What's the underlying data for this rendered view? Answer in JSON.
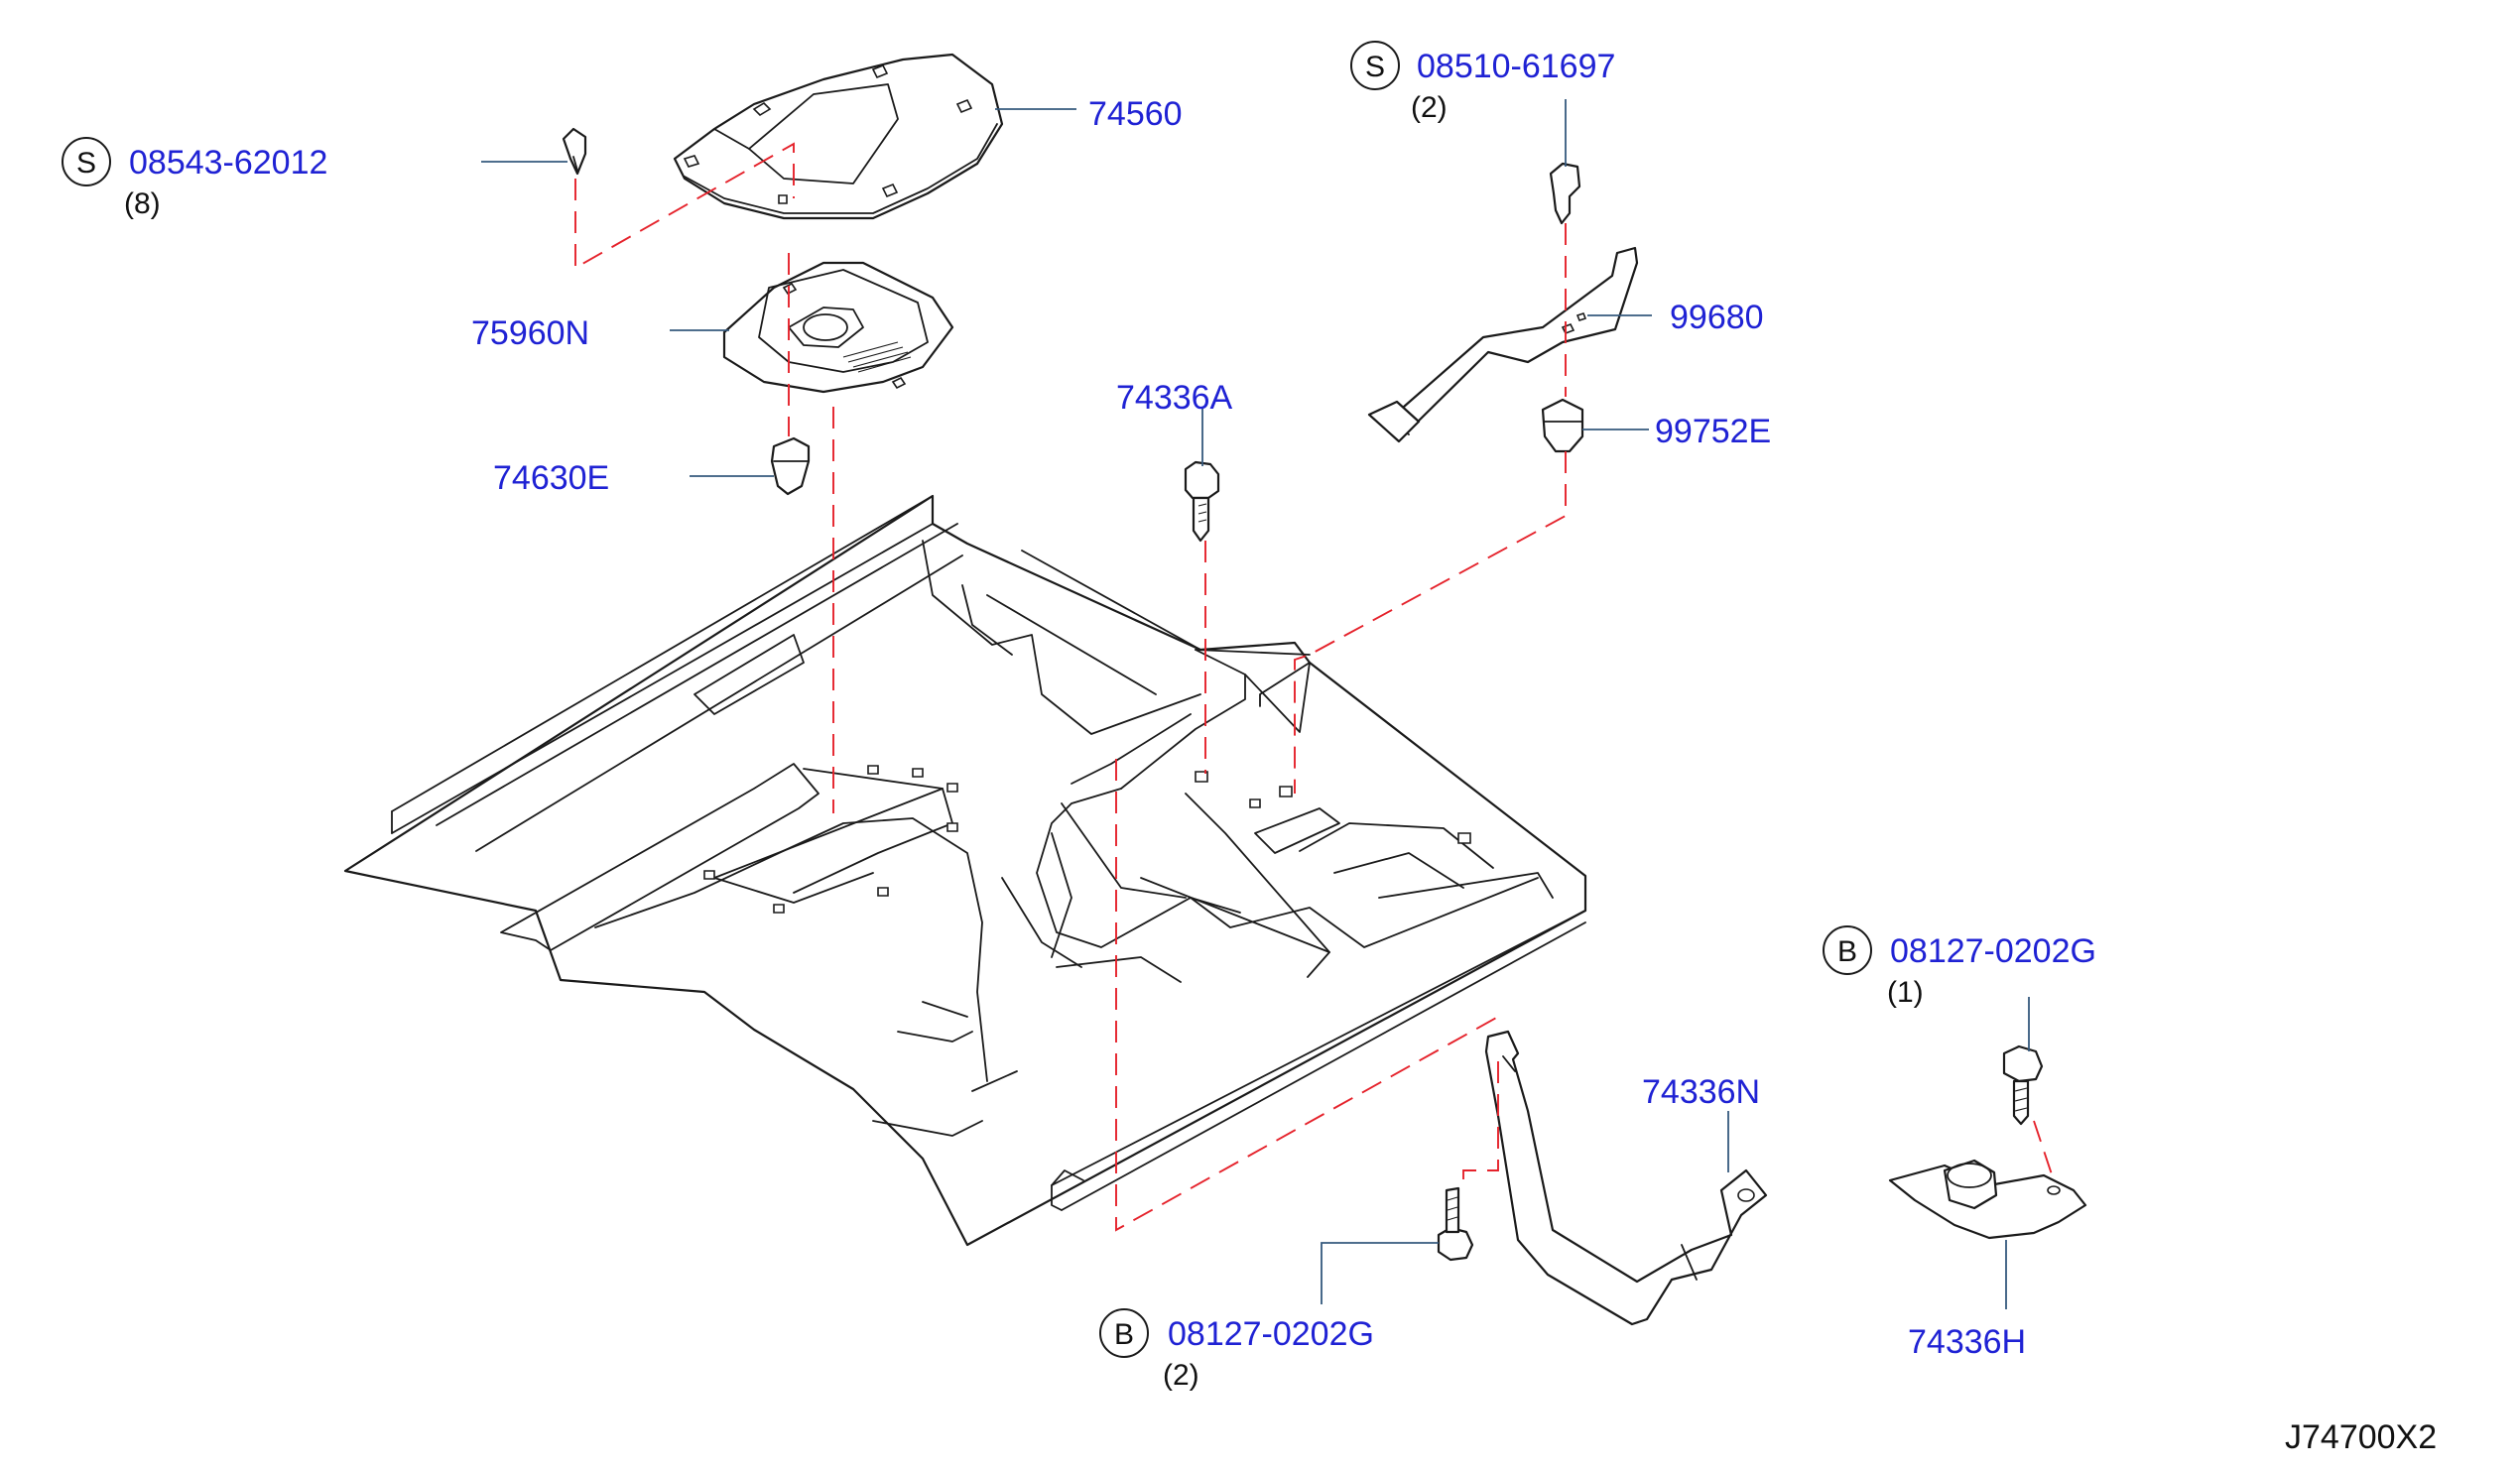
{
  "diagram_id": "J74700X2",
  "callouts": [
    {
      "key": "c74560",
      "part_number": "74560"
    },
    {
      "key": "c75960n",
      "part_number": "75960N"
    },
    {
      "key": "c74630e",
      "part_number": "74630E"
    },
    {
      "key": "c74336a",
      "part_number": "74336A"
    },
    {
      "key": "c99680",
      "part_number": "99680"
    },
    {
      "key": "c99752e",
      "part_number": "99752E"
    },
    {
      "key": "c74336n",
      "part_number": "74336N"
    },
    {
      "key": "c74336h",
      "part_number": "74336H"
    },
    {
      "key": "c08543",
      "badge": "S",
      "part_number": "08543-62012",
      "quantity": "(8)"
    },
    {
      "key": "c08510",
      "badge": "S",
      "part_number": "08510-61697",
      "quantity": "(2)"
    },
    {
      "key": "c08127a",
      "badge": "B",
      "part_number": "08127-0202G",
      "quantity": "(1)"
    },
    {
      "key": "c08127b",
      "badge": "B",
      "part_number": "08127-0202G",
      "quantity": "(2)"
    }
  ],
  "colors": {
    "part_number_text": "#1f22d4",
    "dashed_guide": "#e5222b",
    "leader_line": "#35597d",
    "outline": "#1a1a1a"
  }
}
